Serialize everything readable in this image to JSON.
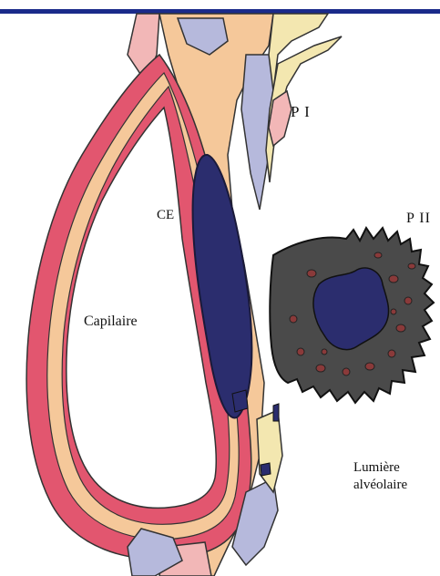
{
  "labels": {
    "pi": "P I",
    "ce": "CE",
    "pii": "P II",
    "capillaire": "Capilaire",
    "lumiere_line1": "Lumière",
    "lumiere_line2": "alvéolaire"
  },
  "colors": {
    "frame_line": "#1a2a8a",
    "cytoplasm": "#f5c89a",
    "basement": "#f3e7b0",
    "endothelium": "#e2566f",
    "pale_pink": "#f2b7b7",
    "lavender": "#b6b9dc",
    "nucleus": "#2b2d6e",
    "pii_cell": "#4a4a4a",
    "lamellar_body": "#8a3a3a"
  }
}
